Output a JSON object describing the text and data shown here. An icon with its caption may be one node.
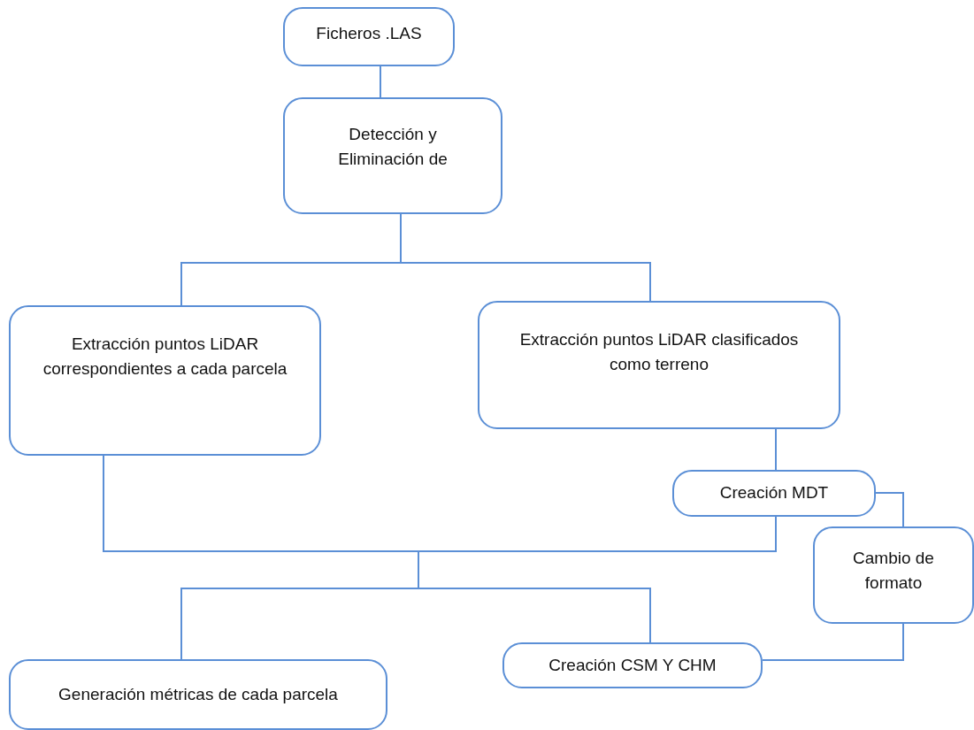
{
  "diagram": {
    "nodes": [
      {
        "text": [
          "Ficheros .LAS"
        ]
      },
      {
        "text": [
          "Detección y Eliminación de"
        ]
      },
      {
        "text": [
          "Extracción puntos LiDAR correspondientes a cada parcela"
        ]
      },
      {
        "text": [
          "Extracción puntos LiDAR clasificados como terreno"
        ]
      },
      {
        "text": [
          "Creación MDT"
        ]
      },
      {
        "text": [
          "Cambio de formato"
        ]
      },
      {
        "text": [
          "Generación métricas de cada parcela"
        ]
      },
      {
        "text": [
          "Creación CSM Y CHM"
        ]
      }
    ],
    "edges": [
      {
        "from": 0,
        "to": 1,
        "arrow": "none"
      },
      {
        "from": 1,
        "to": 2,
        "arrow": "none"
      },
      {
        "from": 1,
        "to": 3,
        "arrow": "none"
      },
      {
        "from": 3,
        "to": 4,
        "arrow": "none"
      },
      {
        "from": 4,
        "to": 5,
        "arrow": "none"
      },
      {
        "from": 2,
        "to": 6,
        "arrow": "none"
      },
      {
        "from": 2,
        "to": 7,
        "arrow": "none"
      },
      {
        "from": 4,
        "to": 6,
        "arrow": "none"
      },
      {
        "from": 4,
        "to": 7,
        "arrow": "none"
      },
      {
        "from": 5,
        "to": 7,
        "arrow": "none"
      }
    ]
  }
}
